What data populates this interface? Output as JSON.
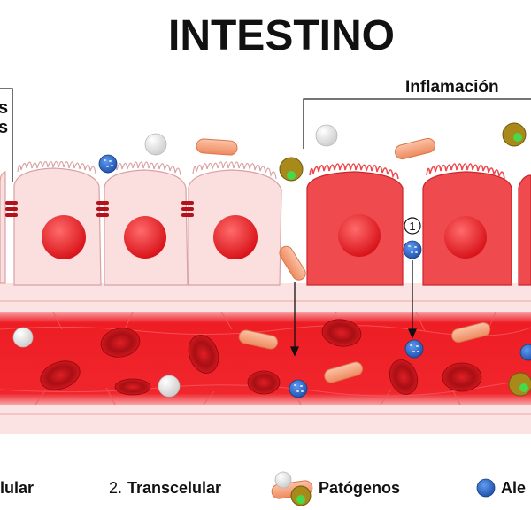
{
  "title": "INTESTINO",
  "left_label": "s\ns",
  "inflammation_label": "Inflamación",
  "marker_number": "1",
  "legend": {
    "item1": "lular",
    "item2_num": "2.",
    "item2_text": "Transcelular",
    "item3": "Patógenos",
    "item4": "Ale"
  },
  "colors": {
    "healthy_cell": "#f9dcdc",
    "inflamed_cell": "#ef4c50",
    "nucleus": "#e8171b",
    "blood_vessel": "#f01e24",
    "red_blood_cell": "#c8141a",
    "bacteria": "#f4a07a",
    "allergen": "#2b6fd1",
    "pathogen_olive": "#a88a1a",
    "pathogen_green": "#3fcf3f"
  }
}
